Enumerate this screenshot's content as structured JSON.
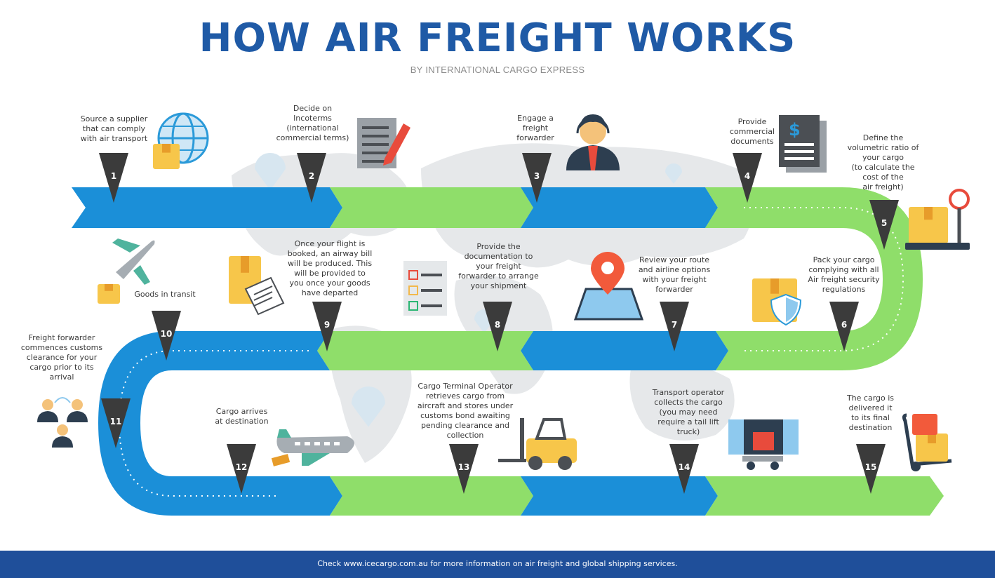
{
  "title": "HOW AIR FREIGHT WORKS",
  "subtitle": "BY INTERNATIONAL CARGO EXPRESS",
  "colors": {
    "blue": "#1b8fd8",
    "green": "#8fde6a",
    "marker": "#3b3b3b",
    "title": "#1f5aa6",
    "footer": "#1f4f9a"
  },
  "steps": [
    {
      "num": "1",
      "lines": [
        "Source a supplier",
        "that  can comply",
        "with air transport"
      ],
      "icon": "globe-box-icon"
    },
    {
      "num": "2",
      "lines": [
        "Decide on",
        "Incoterms",
        "(international",
        "commercial terms)"
      ],
      "icon": "document-pencil-icon"
    },
    {
      "num": "3",
      "lines": [
        "Engage a",
        "freight",
        "forwarder"
      ],
      "icon": "agent-headset-icon"
    },
    {
      "num": "4",
      "lines": [
        "Provide",
        "commercial",
        "documents"
      ],
      "icon": "invoice-icon"
    },
    {
      "num": "5",
      "lines": [
        "Define the",
        "volumetric ratio of",
        "your cargo",
        "(to calculate the",
        "cost of the",
        "air freight)"
      ],
      "icon": "scale-box-icon"
    },
    {
      "num": "6",
      "lines": [
        "Pack your cargo",
        "complying with all",
        "Air freight security",
        "regulations"
      ],
      "icon": "box-shield-icon"
    },
    {
      "num": "7",
      "lines": [
        "Review your route",
        "and airline options",
        "with your freight",
        "forwarder"
      ],
      "icon": "map-pin-icon"
    },
    {
      "num": "8",
      "lines": [
        "Provide the",
        "documentation to",
        "your freight",
        "forwarder to arrange",
        "your shipment"
      ],
      "icon": "checklist-icon"
    },
    {
      "num": "9",
      "lines": [
        "Once your flight is",
        "booked, an airway bill",
        "will be produced. This",
        "will be provided to",
        "you once your goods",
        "have departed"
      ],
      "icon": "box-document-icon"
    },
    {
      "num": "10",
      "lines": [
        "Goods in transit"
      ],
      "icon": "plane-icon"
    },
    {
      "num": "11",
      "lines": [
        "Freight forwarder",
        "commences customs",
        "clearance for your",
        "cargo prior to its",
        "arrival"
      ],
      "icon": "people-network-icon"
    },
    {
      "num": "12",
      "lines": [
        "Cargo arrives",
        "at destination"
      ],
      "icon": "cargo-plane-icon"
    },
    {
      "num": "13",
      "lines": [
        "Cargo Terminal Operator",
        "retrieves cargo from",
        "aircraft and stores under",
        "customs bond awaiting",
        "pending clearance and",
        "collection"
      ],
      "icon": "forklift-icon"
    },
    {
      "num": "14",
      "lines": [
        "Transport operator",
        "collects the cargo",
        "(you may need",
        "require a tail lift",
        "truck)"
      ],
      "icon": "truck-icon"
    },
    {
      "num": "15",
      "lines": [
        "The cargo is",
        "delivered it",
        "to its final",
        "destination"
      ],
      "icon": "hand-truck-icon"
    }
  ],
  "footer": "Check www.icecargo.com.au for more information on air freight and global shipping services."
}
